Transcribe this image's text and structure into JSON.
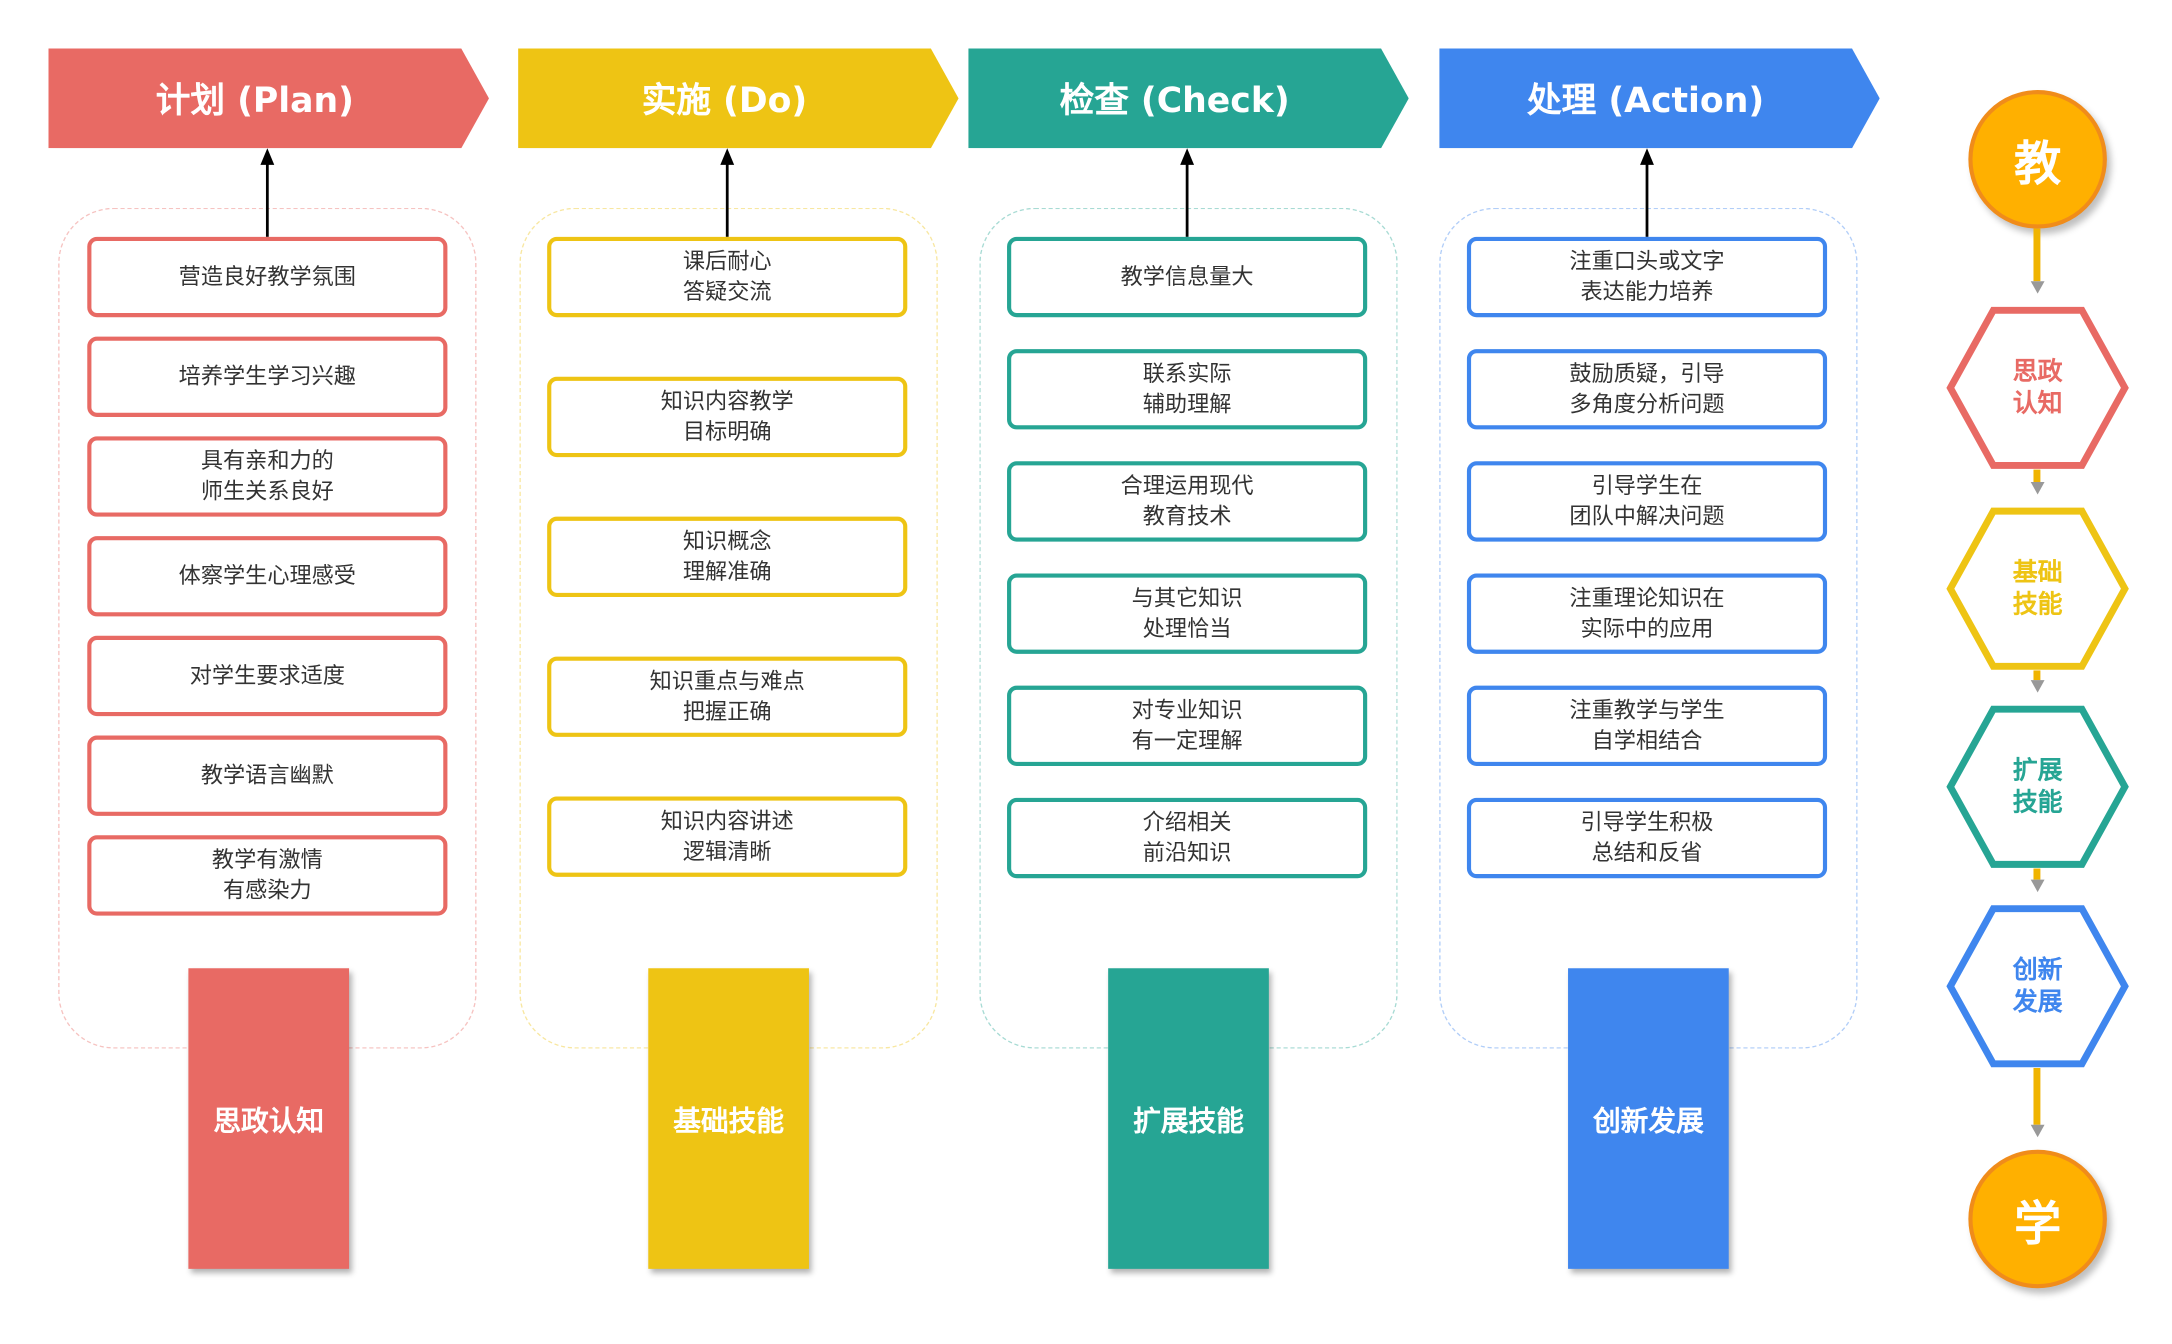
{
  "colors": {
    "plan": "#E86A64",
    "do": "#EEC414",
    "check": "#26A594",
    "action": "#3F86EE",
    "circle": "#FFB000"
  },
  "columns": [
    {
      "title": "计划 (Plan)",
      "bar": "思政认知",
      "items": [
        "营造良好教学氛围",
        "培养学生学习兴趣",
        "具有亲和力的\n师生关系良好",
        "体察学生心理感受",
        "对学生要求适度",
        "教学语言幽默",
        "教学有激情\n有感染力"
      ]
    },
    {
      "title": "实施 (Do)",
      "bar": "基础技能",
      "items": [
        "课后耐心\n答疑交流",
        "知识内容教学\n目标明确",
        "知识概念\n理解准确",
        "知识重点与难点\n把握正确",
        "知识内容讲述\n逻辑清晰"
      ]
    },
    {
      "title": "检查 (Check)",
      "bar": "扩展技能",
      "items": [
        "教学信息量大",
        "联系实际\n辅助理解",
        "合理运用现代\n教育技术",
        "与其它知识\n处理恰当",
        "对专业知识\n有一定理解",
        "介绍相关\n前沿知识"
      ]
    },
    {
      "title": "处理 (Action)",
      "bar": "创新发展",
      "items": [
        "注重口头或文字\n表达能力培养",
        "鼓励质疑，引导\n多角度分析问题",
        "引导学生在\n团队中解决问题",
        "注重理论知识在\n实际中的应用",
        "注重教学与学生\n自学相结合",
        "引导学生积极\n总结和反省"
      ]
    }
  ],
  "flow": {
    "start": "教",
    "steps": [
      "思政\n认知",
      "基础\n技能",
      "扩展\n技能",
      "创新\n发展"
    ],
    "end": "学"
  }
}
